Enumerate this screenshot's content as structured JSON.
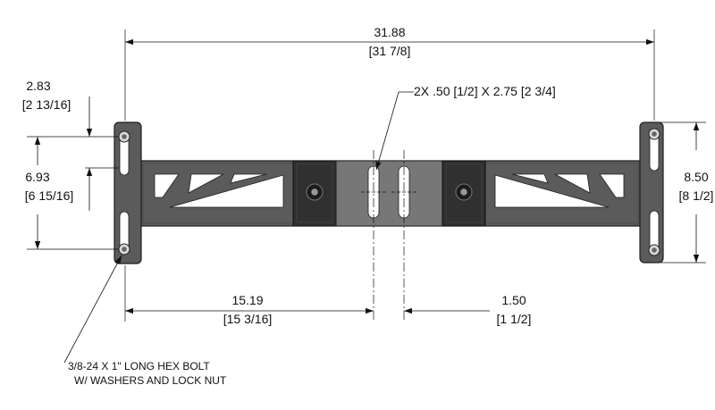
{
  "dimensions": {
    "overall_width": {
      "decimal": "31.88",
      "fraction": "[31 7/8]"
    },
    "left_upper_spacing": {
      "decimal": "2.83",
      "fraction": "[2 13/16]"
    },
    "left_span": {
      "decimal": "6.93",
      "fraction": "[6 15/16]"
    },
    "right_height": {
      "decimal": "8.50",
      "fraction": "[8 1/2]"
    },
    "center_offset": {
      "decimal": "15.19",
      "fraction": "[15 3/16]"
    },
    "slot_spacing": {
      "decimal": "1.50",
      "fraction": "[1 1/2]"
    },
    "slot_callout": "2X .50 [1/2] X 2.75 [2 3/4]"
  },
  "notes": {
    "bolt_line1": "3/8-24 X 1\" LONG HEX BOLT",
    "bolt_line2": "W/ WASHERS AND LOCK NUT"
  },
  "colors": {
    "bracket": "#5b5b5b",
    "bracket_edge": "#1e1e1e",
    "clamp_block": "#303030",
    "center_plate": "#777777",
    "cutout": "#ffffff"
  }
}
